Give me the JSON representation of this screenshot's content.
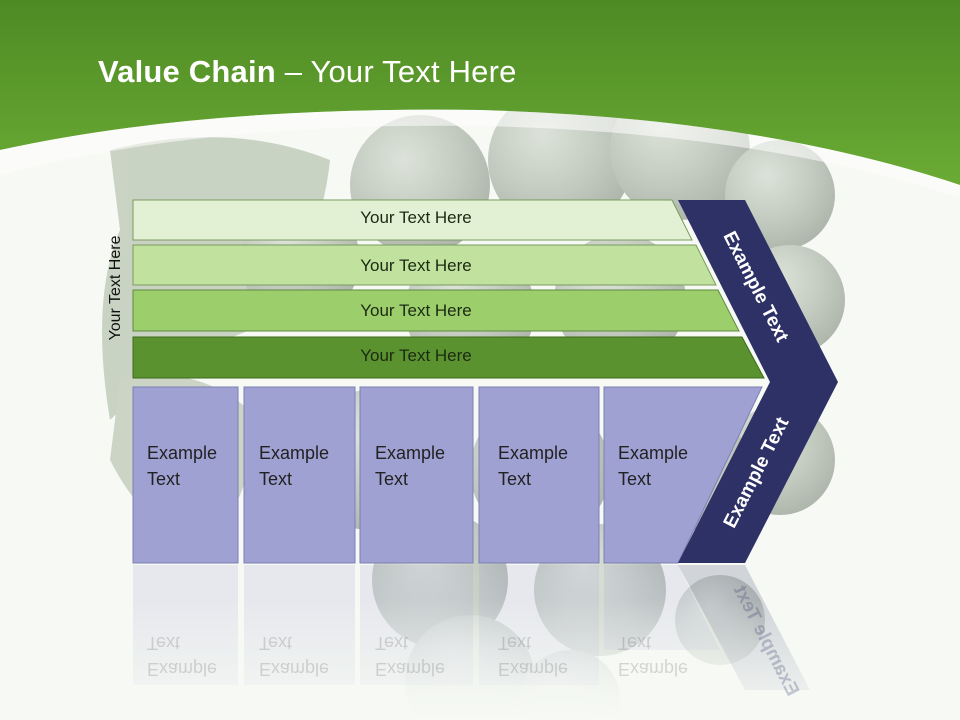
{
  "title": {
    "bold": "Value Chain",
    "rest": " – Your Text Here"
  },
  "side_label": "Your Text Here",
  "rows": [
    {
      "label": "Your Text Here"
    },
    {
      "label": "Your Text Here"
    },
    {
      "label": "Your Text Here"
    },
    {
      "label": "Your Text Here"
    }
  ],
  "columns": [
    {
      "line1": "Example",
      "line2": "Text"
    },
    {
      "line1": "Example",
      "line2": "Text"
    },
    {
      "line1": "Example",
      "line2": "Text"
    },
    {
      "line1": "Example",
      "line2": "Text"
    },
    {
      "line1": "Example",
      "line2": "Text"
    }
  ],
  "chevron": {
    "upper": "Example Text",
    "lower": "Example Text"
  },
  "colors": {
    "header_green": "#5f9e2b",
    "row_fills": [
      "#e2f0d4",
      "#c0e29e",
      "#9ccf6c",
      "#5a9230"
    ],
    "column_fill": "#9fa1d2",
    "chevron_fill": "#2e3166"
  }
}
